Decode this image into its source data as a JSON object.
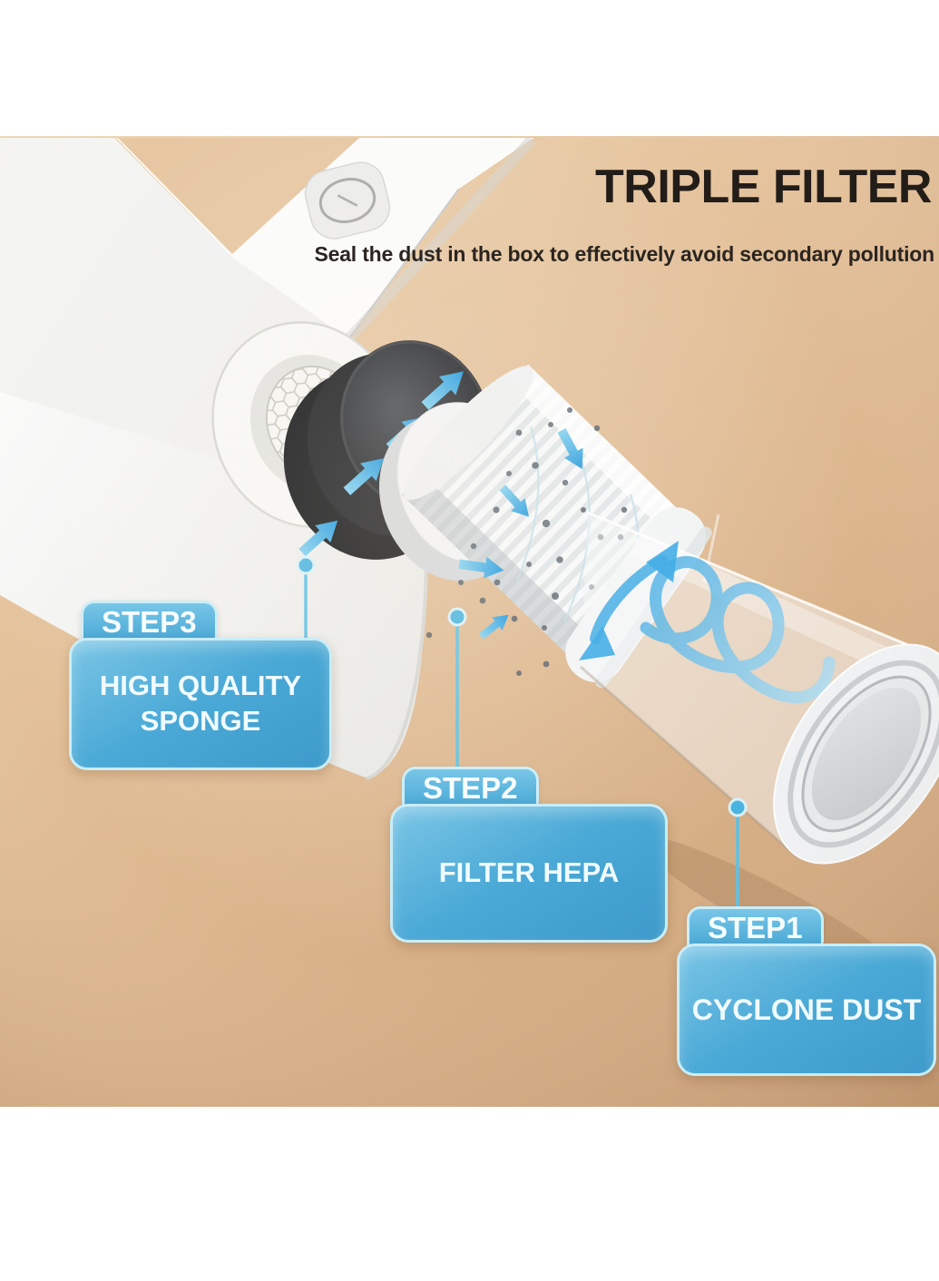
{
  "header": {
    "title": "TRIPLE FILTER",
    "subtitle": "Seal the dust in the box to effectively avoid secondary pollution"
  },
  "steps": [
    {
      "id": "step1",
      "tab": "STEP1",
      "label": "CYCLONE DUST"
    },
    {
      "id": "step2",
      "tab": "STEP2",
      "label": "FILTER HEPA"
    },
    {
      "id": "step3",
      "tab": "STEP3",
      "label": "HIGH QUALITY SPONGE"
    }
  ],
  "diagram": {
    "parts": [
      "vacuum-handle",
      "power-button-icon",
      "honeycomb-outlet-grille",
      "sponge-filter-black-ring",
      "hepa-filter-cylinder",
      "transparent-cyclone-dust-cup",
      "airflow-arrows",
      "cyclone-spiral-arrow"
    ]
  },
  "colors": {
    "background_tan": "#dcb68d",
    "callout_blue": "#4aa9d6",
    "callout_border": "#c9edf8",
    "arrow_blue": "#1f9ce0",
    "title_color": "#231d19",
    "sponge_black": "#17181b"
  }
}
